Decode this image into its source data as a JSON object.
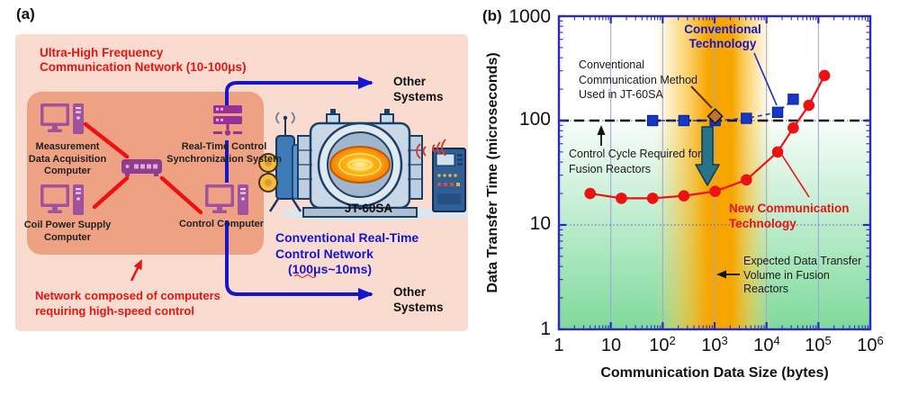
{
  "panel_a": {
    "label": "(a)",
    "title": [
      "Ultra-High Frequency",
      "Communication Network (10-100μs)"
    ],
    "nodes": {
      "measurement": [
        "Measurement",
        "Data Acquisition",
        "Computer"
      ],
      "sync": [
        "Real-Time Control",
        "Synchronization System"
      ],
      "coil": [
        "Coil Power Supply",
        "Computer"
      ],
      "control": [
        "Control Computer"
      ]
    },
    "other_systems_top": [
      "Other",
      "Systems"
    ],
    "other_systems_bottom": [
      "Other",
      "Systems"
    ],
    "conventional_network": [
      "Conventional Real-Time",
      "Control Network",
      "(100μs~10ms)"
    ],
    "machine_label": "JT-60SA",
    "note": [
      "Network composed of computers",
      "requiring high-speed control"
    ]
  },
  "panel_b": {
    "label": "(b)",
    "annotations": {
      "conventional_technology": [
        "Conventional",
        "Technology"
      ],
      "conventional_method": [
        "Conventional",
        "Communication Method",
        "Used in JT-60SA"
      ],
      "control_cycle": [
        "Control Cycle Required for",
        "Fusion Reactors"
      ],
      "new_technology": [
        "New Communication",
        "Technology"
      ],
      "expected_volume": [
        "Expected Data Transfer",
        "Volume in Fusion",
        "Reactors"
      ]
    }
  },
  "chart_data": {
    "type": "line",
    "title": "",
    "xlabel": "Communication Data Size (bytes)",
    "ylabel": "Data Transfer Time (microseconds)",
    "x_scale": "log",
    "y_scale": "log",
    "xlim": [
      1,
      1000000
    ],
    "ylim": [
      1,
      1000
    ],
    "x_ticks": [
      {
        "b": "1",
        "e": ""
      },
      {
        "b": "10",
        "e": ""
      },
      {
        "b": "10",
        "e": "2"
      },
      {
        "b": "10",
        "e": "3"
      },
      {
        "b": "10",
        "e": "4"
      },
      {
        "b": "10",
        "e": "5"
      },
      {
        "b": "10",
        "e": "6"
      }
    ],
    "y_tick_labels": [
      "1000",
      "100",
      "10",
      "1"
    ],
    "v_gridlines": [
      10,
      100,
      1000,
      10000,
      100000
    ],
    "h_gridlines": [
      10,
      100
    ],
    "series": [
      {
        "name": "Conventional Technology",
        "color": "#1638c8",
        "marker": "square",
        "line": "dashed",
        "x": [
          64,
          256,
          1024,
          4096,
          16384,
          32768
        ],
        "y": [
          100,
          100,
          100,
          105,
          120,
          160
        ]
      },
      {
        "name": "New Communication Technology",
        "color": "#ee1111",
        "marker": "circle",
        "line": "solid",
        "x": [
          4,
          16,
          64,
          256,
          1024,
          4096,
          16384,
          32768,
          65536,
          131072
        ],
        "y": [
          20,
          18,
          18,
          19,
          21,
          27,
          50,
          85,
          140,
          270
        ]
      }
    ],
    "reference_point": {
      "name": "Conventional Communication Method Used in JT-60SA",
      "marker": "diamond",
      "color": "#c4702f",
      "x": 1024,
      "y": 110
    },
    "reference_line": {
      "y": 100,
      "style": "dashed",
      "color": "#111111",
      "meaning": "Control Cycle Required for Fusion Reactors"
    },
    "highlight_band": {
      "axis": "x",
      "fade_range": [
        70,
        13000
      ],
      "solid_range": [
        760,
        2500
      ],
      "color": "#f7a600",
      "meaning": "Expected Data Transfer Volume in Fusion Reactors"
    },
    "background_gradient": {
      "below_y": 100,
      "color": "#7eda9c"
    }
  },
  "colors": {
    "panel_a_bg": "#fadbd0",
    "inner_box_bg": "#efa183",
    "icon_purple": "#a1529f",
    "server_purple": "#993097",
    "red_accent": "#e41513",
    "blue_accent": "#1515cf",
    "frame_blue": "#2a2ac0",
    "band_orange": "#f7a600",
    "green_fill": "#7eda9c",
    "teal_arrow": "#2a7287"
  }
}
